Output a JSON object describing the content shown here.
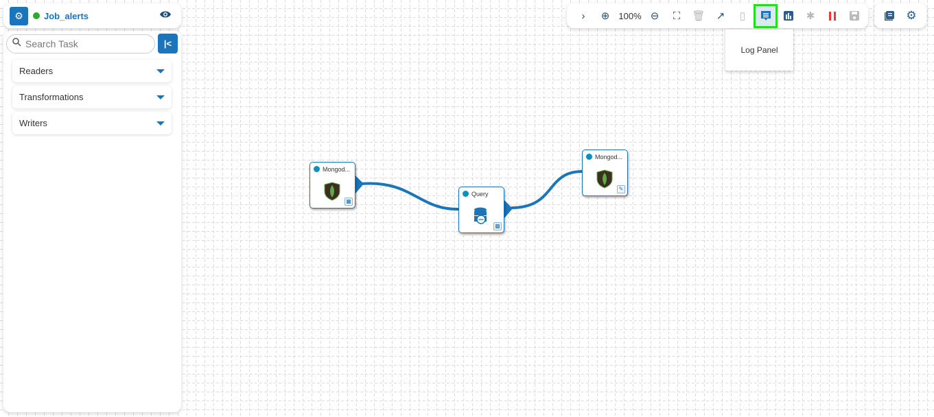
{
  "header": {
    "job_name": "Job_alerts",
    "status_color": "#2eaa2e"
  },
  "sidebar": {
    "search_placeholder": "Search Task",
    "sections": [
      {
        "label": "Readers"
      },
      {
        "label": "Transformations"
      },
      {
        "label": "Writers"
      }
    ]
  },
  "toolbar": {
    "zoom_level": "100%",
    "tooltip": "Log Panel"
  },
  "nodes": [
    {
      "label": "Mongod..."
    },
    {
      "label": "Query"
    },
    {
      "label": "Mongod..."
    }
  ],
  "colors": {
    "accent": "#1b75bb",
    "highlight": "#22e01b"
  }
}
